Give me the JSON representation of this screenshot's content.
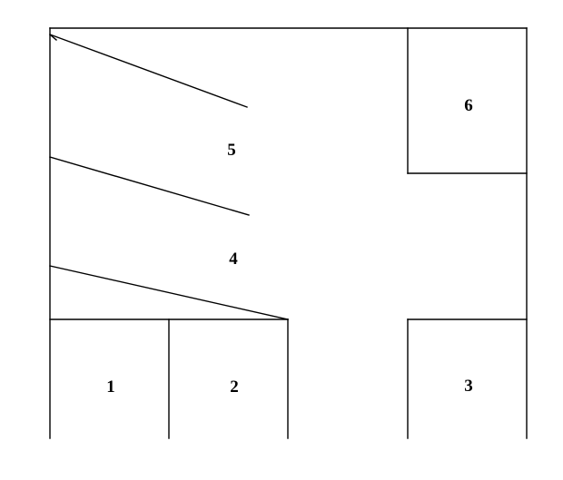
{
  "diagram": {
    "regions": [
      {
        "id": "1",
        "label": "1"
      },
      {
        "id": "2",
        "label": "2"
      },
      {
        "id": "3",
        "label": "3"
      },
      {
        "id": "4",
        "label": "4"
      },
      {
        "id": "5",
        "label": "5"
      },
      {
        "id": "6",
        "label": "6"
      }
    ]
  }
}
